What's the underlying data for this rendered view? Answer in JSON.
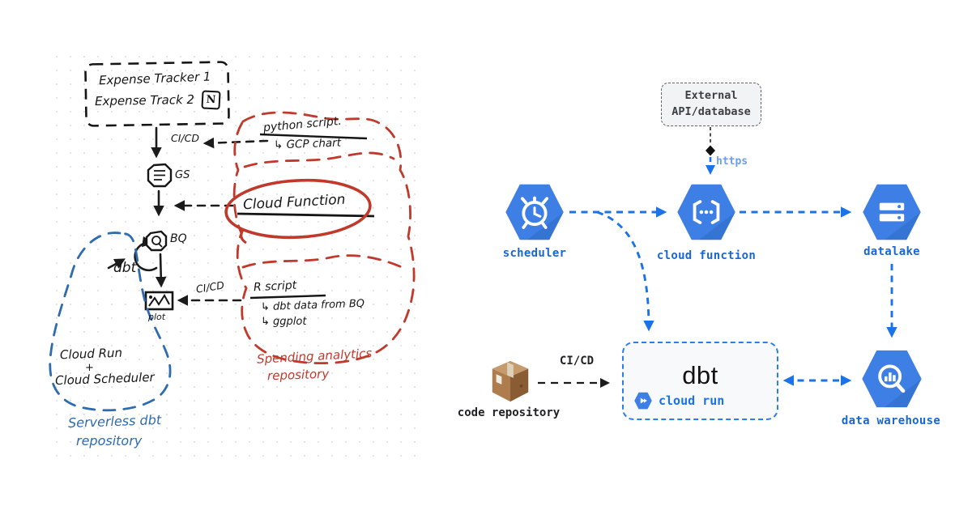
{
  "sketch": {
    "expense_line1": "Expense Tracker 1",
    "expense_line2": "Expense Track 2",
    "notion_glyph": "N",
    "cicd_top": "CI/CD",
    "python_title": "python script.",
    "python_sub": "↳ GCP chart",
    "gs_label": "GS",
    "cloud_function": "Cloud Function",
    "bq_label": "BQ",
    "dbt_label": "dbt",
    "plot_label": "plot",
    "cicd_mid": "CI/CD",
    "r_title": "R script",
    "r_sub1": "↳ dbt data from BQ",
    "r_sub2": "↳ ggplot",
    "cloudrun_line1": "Cloud Run",
    "cloudrun_plus": "+",
    "cloudrun_line2": "Cloud Scheduler",
    "caption_blue_1": "Serverless dbt",
    "caption_blue_2": "repository",
    "caption_red_1": "Spending analytics",
    "caption_red_2": "repository"
  },
  "diagram": {
    "external_line1": "External",
    "external_line2": "API/database",
    "https_label": "https",
    "scheduler_label": "scheduler",
    "cloud_function_label": "cloud function",
    "datalake_label": "datalake",
    "warehouse_label": "data warehouse",
    "dbt_title": "dbt",
    "cloud_run_label": "cloud run",
    "code_repo_label": "code repository",
    "cicd_label": "CI/CD"
  },
  "colors": {
    "hexagon_blue": "#3d7fe4",
    "arrow_blue": "#1a73e8",
    "label_blue": "#1967d2",
    "https_blue": "#6d9eeb",
    "sketch_ink": "#161616",
    "sketch_red": "#c0392b",
    "sketch_blue": "#2e6bb0"
  }
}
